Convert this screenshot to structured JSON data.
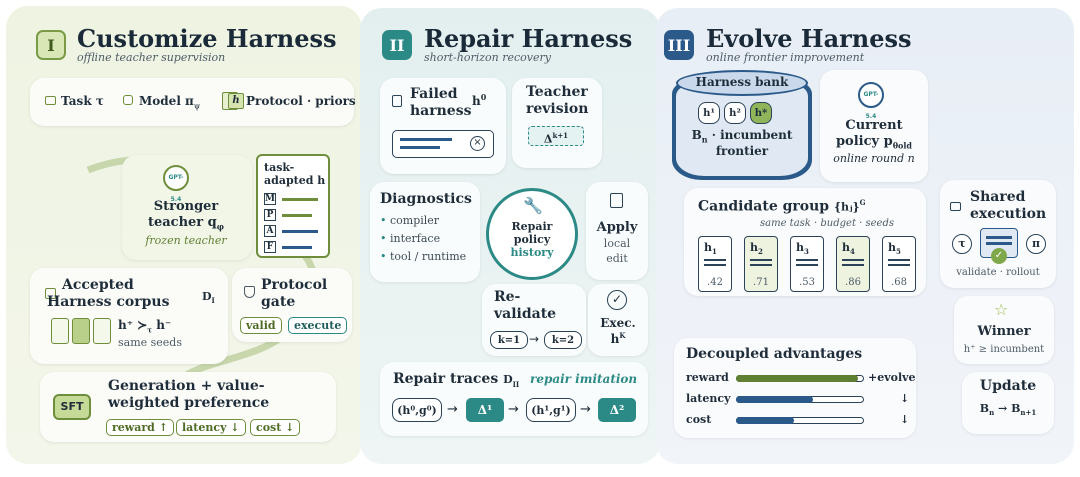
{
  "colors": {
    "green": "#6e8e3b",
    "teal": "#2c8a86",
    "navy": "#2b5a8a",
    "ink": "#1f2d3a"
  },
  "panel1": {
    "roman": "I",
    "title": "Customize Harness",
    "subtitle": "offline teacher supervision",
    "inputs": {
      "task": "Task τ",
      "model": "Model π",
      "model_sub": "ψ",
      "protocol_badge": "h",
      "protocol": "Protocol · priors"
    },
    "teacher": {
      "logo": "GPT-5.4",
      "title": "Stronger",
      "title2": "teacher q",
      "title2_sub": "φ",
      "role": "frozen teacher"
    },
    "task_adapted": {
      "title": "task-",
      "title2": "adapted h",
      "letters": [
        "M",
        "P",
        "A",
        "F"
      ]
    },
    "corpus": {
      "title": "Accepted",
      "title2": "Harness corpus",
      "dataset": "D",
      "dataset_sub": "I",
      "pref": "h⁺ ≻",
      "pref_sub": "τ",
      "pref_end": "h⁻",
      "note": "same seeds"
    },
    "gate": {
      "title": "Protocol",
      "title2": "gate",
      "chips": [
        "valid",
        "execute"
      ]
    },
    "sft": {
      "badge": "SFT",
      "title": "Generation + value-",
      "title2": "weighted preference",
      "chips": [
        "reward ↑",
        "latency ↓",
        "cost ↓"
      ]
    }
  },
  "panel2": {
    "roman": "II",
    "title": "Repair Harness",
    "subtitle": "short-horizon recovery",
    "failed": {
      "title": "Failed",
      "title2": "harness",
      "label": "h",
      "label_sup": "0"
    },
    "revision": {
      "title": "Teacher",
      "title2": "revision",
      "delta": "Δ",
      "delta_sup": "k+1"
    },
    "diagnostics": {
      "title": "Diagnostics",
      "items": [
        "compiler",
        "interface",
        "tool / runtime"
      ]
    },
    "center": {
      "line1": "Repair",
      "line2": "policy",
      "line3": "history"
    },
    "apply": {
      "title": "Apply",
      "line2": "local",
      "line3": "edit"
    },
    "revalidate": {
      "title": "Re-",
      "title2": "validate",
      "from": "k=1",
      "to": "k=2"
    },
    "exec": {
      "title": "Exec.",
      "label": "h",
      "label_sup": "K"
    },
    "traces": {
      "title": "Repair traces",
      "dataset": "D",
      "dataset_sub": "II",
      "note": "repair imitation",
      "seq": [
        "(h⁰,g⁰)",
        "Δ¹",
        "(h¹,g¹)",
        "Δ²"
      ]
    }
  },
  "panel3": {
    "roman": "III",
    "title": "Evolve Harness",
    "subtitle": "online frontier improvement",
    "bank": {
      "title": "Harness bank",
      "items": [
        "h¹",
        "h²",
        "h*"
      ],
      "caption": "B",
      "caption_sub": "n",
      "caption_rest": " · incumbent",
      "caption2": "frontier"
    },
    "current": {
      "logo": "GPT-5.4",
      "title": "Current",
      "title2": "policy p",
      "title2_sub": "θold",
      "note": "online round n"
    },
    "candidate": {
      "title": "Candidate group",
      "title_sup": "{hⱼ}",
      "title_sup2": "G",
      "note": "same task · budget · seeds",
      "items": [
        {
          "label": "h",
          "sub": "1",
          "value": ".42"
        },
        {
          "label": "h",
          "sub": "2",
          "value": ".71"
        },
        {
          "label": "h",
          "sub": "3",
          "value": ".53"
        },
        {
          "label": "h",
          "sub": "4",
          "value": ".86"
        },
        {
          "label": "h",
          "sub": "5",
          "value": ".68"
        }
      ]
    },
    "shared": {
      "title": "Shared",
      "title2": "execution",
      "left": "τ",
      "right": "π",
      "note": "validate · rollout"
    },
    "winner": {
      "title": "Winner",
      "note": "h⁺ ≥ incumbent"
    },
    "advantages": {
      "title": "Decoupled advantages",
      "rows": [
        {
          "label": "reward",
          "fill": 0.95,
          "tail": "+evolve",
          "color": "#5f7f33"
        },
        {
          "label": "latency",
          "fill": 0.6,
          "tail": "↓",
          "color": "#2b5a8a"
        },
        {
          "label": "cost",
          "fill": 0.45,
          "tail": "↓",
          "color": "#2b5a8a"
        }
      ]
    },
    "update": {
      "title": "Update",
      "from": "B",
      "from_sub": "n",
      "arrow": "→",
      "to": "B",
      "to_sub": "n+1"
    }
  }
}
